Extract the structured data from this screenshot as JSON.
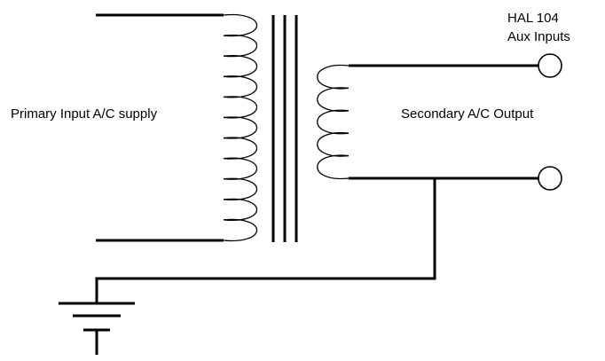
{
  "labels": {
    "primary": "Primary Input A/C supply",
    "secondary": "Secondary A/C Output",
    "hal_title": "HAL 104",
    "hal_sub": "Aux Inputs"
  },
  "primary_coil": {
    "turns": 11
  },
  "secondary_coil": {
    "turns": 5
  },
  "core": {
    "bars": 3
  },
  "colors": {
    "ink": "#000000",
    "background": "#ffffff"
  },
  "icons": [
    "transformer-primary-winding",
    "transformer-iron-core",
    "transformer-secondary-winding",
    "terminal-circle",
    "ground-symbol"
  ]
}
